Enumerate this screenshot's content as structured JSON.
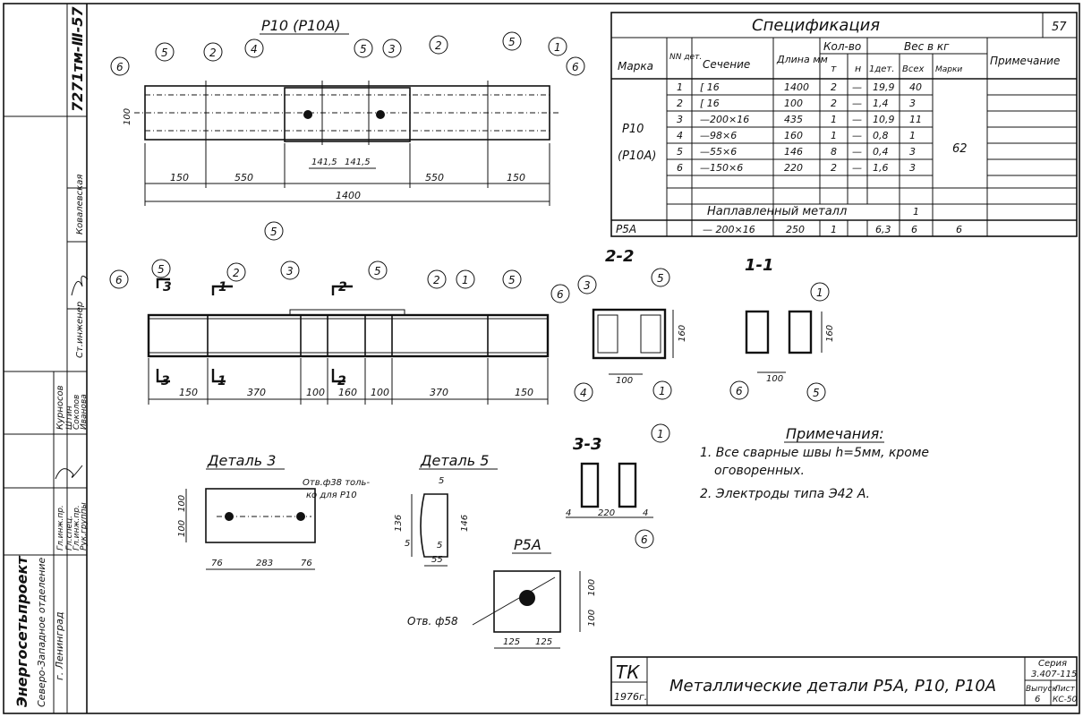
{
  "sheet": {
    "page_number": "57",
    "album_code": "7271тм-Ⅲ-57",
    "title": "Металлические детали Р5А, Р10, Р10А",
    "tk": "ТК",
    "year": "1976г.",
    "series_label": "Серия",
    "series_value": "3.407-115",
    "issue_label": "Выпуск",
    "issue_value": "6",
    "sheet_label": "Лист",
    "sheet_value": "КС-50"
  },
  "org": {
    "name": "Энергосетьпроект",
    "dept": "Северо-Западное отделение",
    "city": "г. Ленинград",
    "roles": [
      "Гл.инж.пр.",
      "Гл.спец.",
      "Гл.инж.пр.",
      "Рук.группы",
      "Ст.инженер"
    ],
    "names": [
      "Курносов",
      "Штин",
      "Соколов",
      "Иванова",
      "Ковалевская"
    ]
  },
  "spec": {
    "title": "Спецификация",
    "headers": {
      "mark": "Марка",
      "num": "NN дет.",
      "section": "Сечение",
      "length": "Длина мм",
      "qty": "Кол-во",
      "qty_t": "т",
      "qty_n": "н",
      "weight": "Вес в кг",
      "w_one": "1дет.",
      "w_all": "Всех",
      "w_mark": "Марки",
      "note": "Примечание"
    },
    "group_mark_1": "Р10",
    "group_mark_2": "(Р10А)",
    "group_mark_weight": "62",
    "rows": [
      {
        "num": "1",
        "section": "[ 16",
        "length": "1400",
        "t": "2",
        "n": "—",
        "one": "19,9",
        "all": "40"
      },
      {
        "num": "2",
        "section": "[ 16",
        "length": "100",
        "t": "2",
        "n": "—",
        "one": "1,4",
        "all": "3"
      },
      {
        "num": "3",
        "section": "—200×16",
        "length": "435",
        "t": "1",
        "n": "—",
        "one": "10,9",
        "all": "11"
      },
      {
        "num": "4",
        "section": "—98×6",
        "length": "160",
        "t": "1",
        "n": "—",
        "one": "0,8",
        "all": "1"
      },
      {
        "num": "5",
        "section": "—55×6",
        "length": "146",
        "t": "8",
        "n": "—",
        "one": "0,4",
        "all": "3"
      },
      {
        "num": "6",
        "section": "—150×6",
        "length": "220",
        "t": "2",
        "n": "—",
        "one": "1,6",
        "all": "3"
      }
    ],
    "weld_label": "Наплавленный металл",
    "weld_value": "1",
    "p5a": {
      "mark": "Р5А",
      "section": "— 200×16",
      "length": "250",
      "t": "1",
      "one": "6,3",
      "all": "6",
      "markw": "6"
    }
  },
  "views": {
    "plan_title": "Р10 (Р10А)",
    "plan_dims": [
      "150",
      "550",
      "141,5",
      "141,5",
      "550",
      "150",
      "1400",
      "100"
    ],
    "elev_dims": [
      "150",
      "370",
      "100",
      "160",
      "100",
      "370",
      "150"
    ],
    "sec22": "2-2",
    "sec11": "1-1",
    "sec33": "3-3",
    "sec_dims": [
      "160",
      "100",
      "160",
      "100",
      "220",
      "4",
      "4"
    ],
    "cut_labels": [
      "3",
      "1",
      "2",
      "3",
      "1",
      "2"
    ],
    "detail3": "Деталь 3",
    "detail3_note": "Отв.ф38 толь-ко для Р10",
    "detail3_dims": [
      "100",
      "100",
      "76",
      "283",
      "76"
    ],
    "detail5": "Деталь 5",
    "detail5_dims": [
      "5",
      "136",
      "146",
      "5",
      "5",
      "55"
    ],
    "p5a_title": "Р5А",
    "p5a_hole": "Отв. ф58",
    "p5a_dims": [
      "100",
      "100",
      "125",
      "125"
    ]
  },
  "notes": {
    "title": "Примечания:",
    "n1": "1. Все сварные швы h=5мм, кроме оговоренных.",
    "n2": "2. Электроды типа Э42 А."
  }
}
